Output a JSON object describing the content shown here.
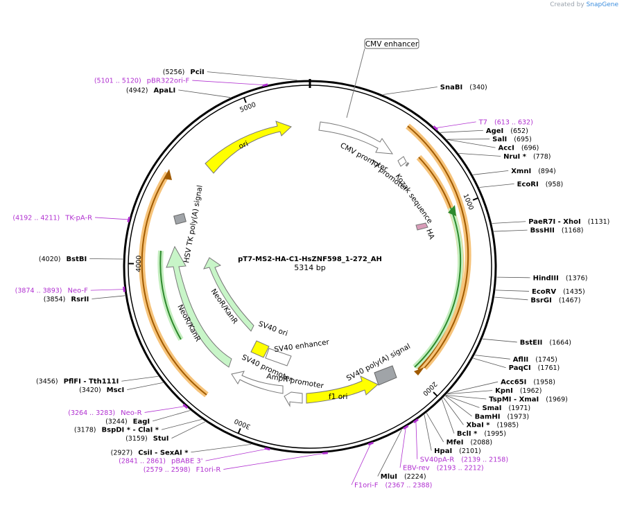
{
  "credit": {
    "prefix": "Created by",
    "brand": "SnapGene"
  },
  "plasmid": {
    "name": "pT7-MS2-HA-C1-HsZNF598_1-272_AH",
    "size_label": "5314 bp",
    "length": 5314
  },
  "ticks": [
    {
      "label": "1000",
      "pos": 1000
    },
    {
      "label": "2000",
      "pos": 2000
    },
    {
      "label": "3000",
      "pos": 3000
    },
    {
      "label": "4000",
      "pos": 4000
    },
    {
      "label": "5000",
      "pos": 5000
    }
  ],
  "enzymes": [
    {
      "name": "PciI",
      "pos": 5256,
      "pos_label": "(5256)",
      "side": "left"
    },
    {
      "name": "ApaLI",
      "pos": 4942,
      "pos_label": "(4942)",
      "side": "left"
    },
    {
      "name": "SnaBI",
      "pos": 340,
      "pos_label": "(340)",
      "side": "right"
    },
    {
      "name": "AgeI",
      "pos": 652,
      "pos_label": "(652)",
      "side": "right"
    },
    {
      "name": "SalI",
      "pos": 695,
      "pos_label": "(695)",
      "side": "right"
    },
    {
      "name": "AccI",
      "pos": 696,
      "pos_label": "(696)",
      "side": "right"
    },
    {
      "name": "NruI *",
      "pos": 778,
      "pos_label": "(778)",
      "side": "right"
    },
    {
      "name": "XmnI",
      "pos": 894,
      "pos_label": "(894)",
      "side": "right"
    },
    {
      "name": "EcoRI",
      "pos": 958,
      "pos_label": "(958)",
      "side": "right"
    },
    {
      "name": "PaeR7I  - XhoI",
      "pos": 1131,
      "pos_label": "(1131)",
      "side": "right"
    },
    {
      "name": "BssHII",
      "pos": 1168,
      "pos_label": "(1168)",
      "side": "right"
    },
    {
      "name": "HindIII",
      "pos": 1376,
      "pos_label": "(1376)",
      "side": "right"
    },
    {
      "name": "EcoRV",
      "pos": 1435,
      "pos_label": "(1435)",
      "side": "right"
    },
    {
      "name": "BsrGI",
      "pos": 1467,
      "pos_label": "(1467)",
      "side": "right"
    },
    {
      "name": "BstEII",
      "pos": 1664,
      "pos_label": "(1664)",
      "side": "right"
    },
    {
      "name": "AflII",
      "pos": 1745,
      "pos_label": "(1745)",
      "side": "right"
    },
    {
      "name": "PaqCI",
      "pos": 1761,
      "pos_label": "(1761)",
      "side": "right"
    },
    {
      "name": "Acc65I",
      "pos": 1958,
      "pos_label": "(1958)",
      "side": "right"
    },
    {
      "name": "KpnI",
      "pos": 1962,
      "pos_label": "(1962)",
      "side": "right"
    },
    {
      "name": "TspMI  - XmaI",
      "pos": 1969,
      "pos_label": "(1969)",
      "side": "right"
    },
    {
      "name": "SmaI",
      "pos": 1971,
      "pos_label": "(1971)",
      "side": "right"
    },
    {
      "name": "BamHI",
      "pos": 1973,
      "pos_label": "(1973)",
      "side": "right"
    },
    {
      "name": "XbaI *",
      "pos": 1985,
      "pos_label": "(1985)",
      "side": "right"
    },
    {
      "name": "BclI *",
      "pos": 1995,
      "pos_label": "(1995)",
      "side": "right"
    },
    {
      "name": "MfeI",
      "pos": 2088,
      "pos_label": "(2088)",
      "side": "right"
    },
    {
      "name": "HpaI",
      "pos": 2101,
      "pos_label": "(2101)",
      "side": "right"
    },
    {
      "name": "MluI",
      "pos": 2224,
      "pos_label": "(2224)",
      "side": "right"
    },
    {
      "name": "CsiI  - SexAI *",
      "pos": 2927,
      "pos_label": "(2927)",
      "side": "left"
    },
    {
      "name": "StuI",
      "pos": 3159,
      "pos_label": "(3159)",
      "side": "left"
    },
    {
      "name": "BspDI *  - ClaI *",
      "pos": 3178,
      "pos_label": "(3178)",
      "side": "left"
    },
    {
      "name": "EagI",
      "pos": 3244,
      "pos_label": "(3244)",
      "side": "left"
    },
    {
      "name": "MscI",
      "pos": 3420,
      "pos_label": "(3420)",
      "side": "left"
    },
    {
      "name": "PflFI  - Tth111I",
      "pos": 3456,
      "pos_label": "(3456)",
      "side": "left"
    },
    {
      "name": "RsrII",
      "pos": 3854,
      "pos_label": "(3854)",
      "side": "left"
    },
    {
      "name": "BstBI",
      "pos": 4020,
      "pos_label": "(4020)",
      "side": "left"
    }
  ],
  "primers": [
    {
      "name": "pBR322ori-F",
      "range": "(5101 .. 5120)",
      "pos": 5110,
      "side": "left"
    },
    {
      "name": "T7",
      "range": "(613 .. 632)",
      "pos": 622,
      "side": "right"
    },
    {
      "name": "SV40pA-R",
      "range": "(2139 .. 2158)",
      "pos": 2148,
      "side": "right"
    },
    {
      "name": "EBV-rev",
      "range": "(2193 .. 2212)",
      "pos": 2202,
      "side": "right"
    },
    {
      "name": "F1ori-F",
      "range": "(2367 .. 2388)",
      "pos": 2377,
      "side": "right"
    },
    {
      "name": "F1ori-R",
      "range": "(2579 .. 2598)",
      "pos": 2588,
      "side": "left"
    },
    {
      "name": "pBABE 3'",
      "range": "(2841 .. 2861)",
      "pos": 2851,
      "side": "left"
    },
    {
      "name": "Neo-R",
      "range": "(3264 .. 3283)",
      "pos": 3273,
      "side": "left"
    },
    {
      "name": "Neo-F",
      "range": "(3874 .. 3893)",
      "pos": 3883,
      "side": "left"
    },
    {
      "name": "TK-pA-R",
      "range": "(4192 .. 4211)",
      "pos": 4201,
      "side": "left"
    }
  ],
  "features": [
    {
      "name": "CMV enhancer",
      "boxed": true
    },
    {
      "name": "CMV promoter"
    },
    {
      "name": "T7 promoter"
    },
    {
      "name": "Kozak sequence"
    },
    {
      "name": "HA"
    },
    {
      "name": "SV40 poly(A) signal"
    },
    {
      "name": "f1 ori"
    },
    {
      "name": "AmpR promoter"
    },
    {
      "name": "SV40 promoter"
    },
    {
      "name": "SV40 enhancer"
    },
    {
      "name": "SV40 ori"
    },
    {
      "name": "NeoR/KanR"
    },
    {
      "name": "NeoR/KanR"
    },
    {
      "name": "HSV TK poly(A) signal"
    },
    {
      "name": "ori"
    }
  ],
  "colors": {
    "backbone": "#000000",
    "primer": "#b02fd0",
    "ori": "#ffff00",
    "neo": "#c8f5c8",
    "orf": "#f5a623",
    "green_orf": "#44c24a",
    "promoter": "#ffffff",
    "polyA": "#a0a4a8",
    "ha": "#d89cb8"
  }
}
